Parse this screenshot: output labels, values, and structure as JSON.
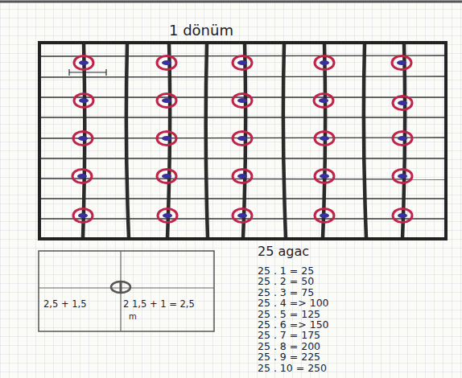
{
  "diagram": {
    "title": "1 dönüm",
    "labels": [
      "2,5 + 1,5",
      "2 1,5 + 1 = 2,5",
      "m",
      "25 agac",
      "25 . 1 = 25",
      "25 . 2 = 50",
      "25 . 3 = 75",
      "25 . 4 => 100",
      "25 . 5 = 125",
      "25 . 6 => 150",
      "25 . 7 = 175",
      "25 . 8 = 200",
      "25 . 9 = 225",
      "25 . 10 = 250"
    ]
  }
}
